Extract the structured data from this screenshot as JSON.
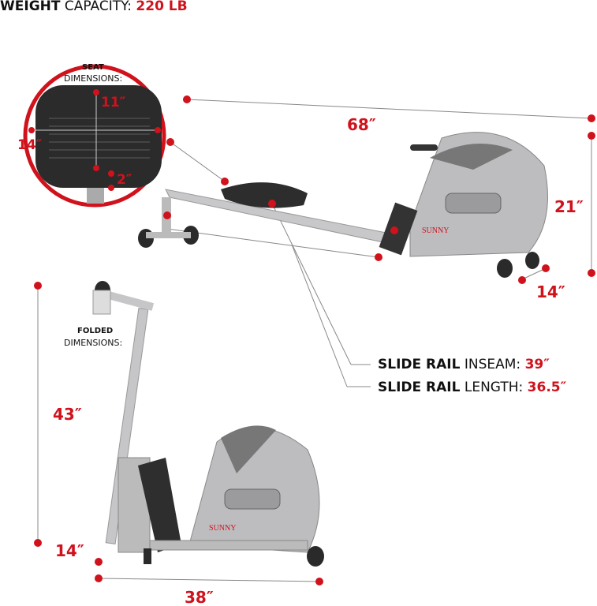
{
  "title": {
    "bold": "WEIGHT",
    "light": "CAPACITY:",
    "value": "220 LB"
  },
  "seat": {
    "label_bold": "SEAT",
    "label_light": "DIMENSIONS:",
    "length": "11″",
    "width": "14″",
    "height": "2″"
  },
  "unfolded": {
    "length": "68″",
    "height": "21″",
    "width": "14″"
  },
  "rail": {
    "inseam_bold": "SLIDE RAIL",
    "inseam_light": "INSEAM:",
    "inseam_value": "39″",
    "length_bold": "SLIDE RAIL",
    "length_light": "LENGTH:",
    "length_value": "36.5″"
  },
  "folded": {
    "label_bold": "FOLDED",
    "label_light": "DIMENSIONS:",
    "height": "43″",
    "width": "14″",
    "length": "38″"
  },
  "logo": "SUNNY",
  "colors": {
    "accent": "#d0121c",
    "frame": "#b9b9bb",
    "dark": "#2a2a2a"
  }
}
